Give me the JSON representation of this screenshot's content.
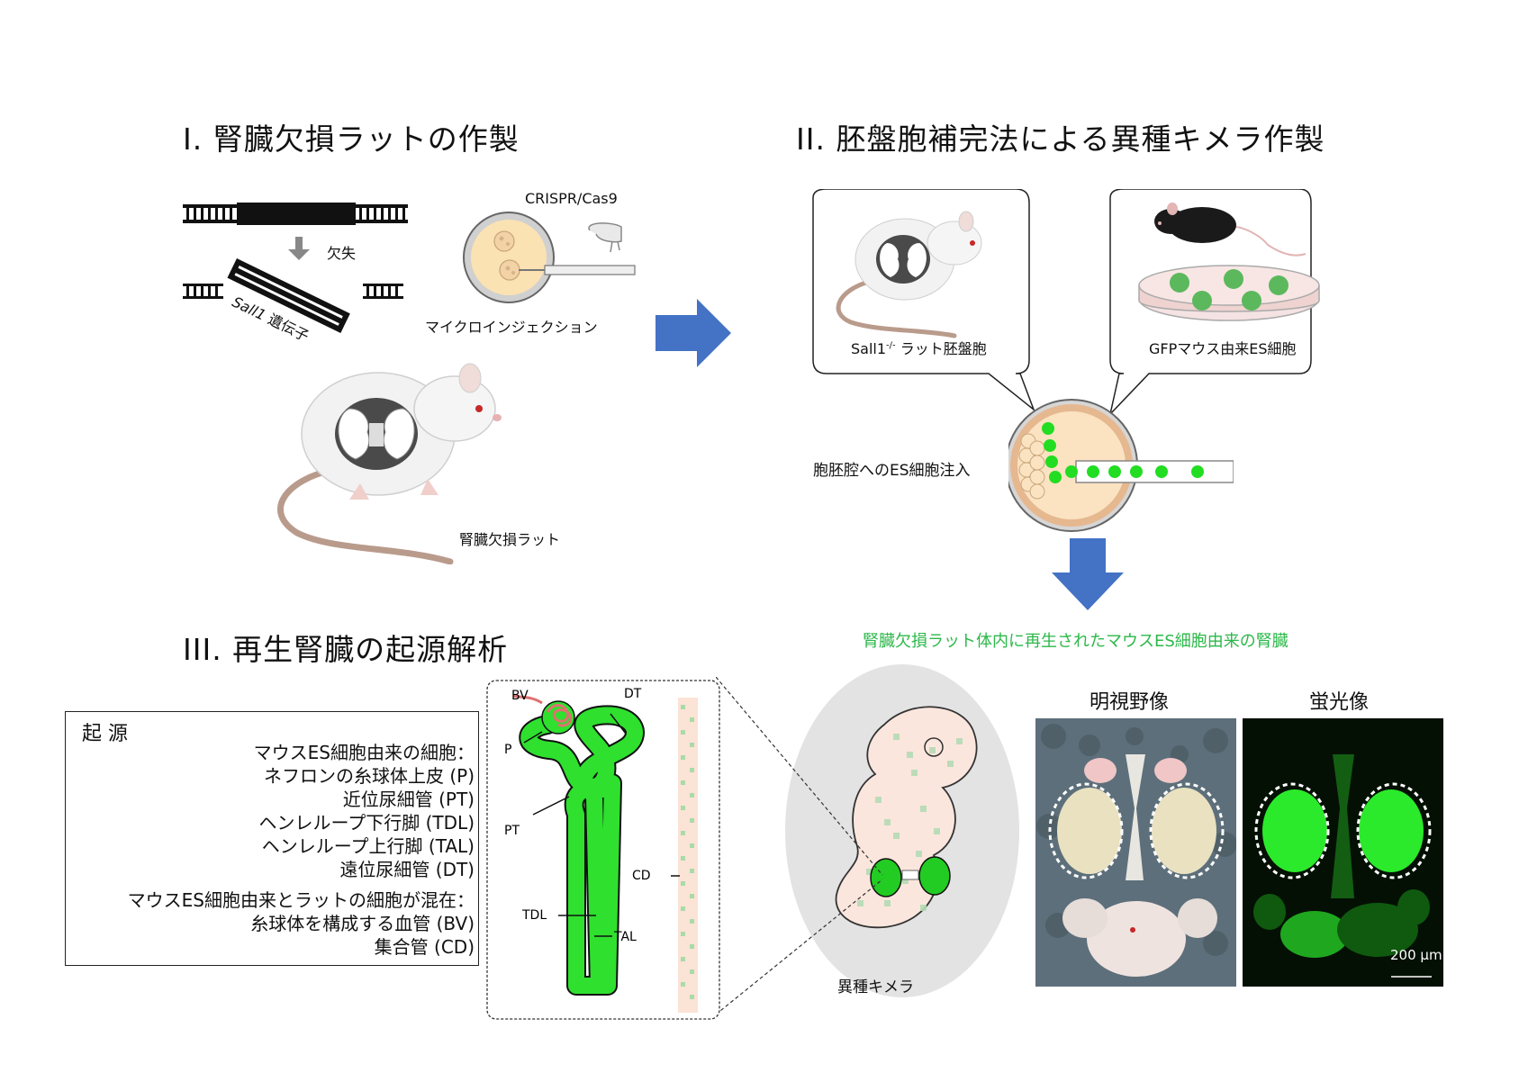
{
  "section1": {
    "title": "I. 腎臓欠損ラットの作製",
    "deletion_label": "欠失",
    "gene_label_italic": "Sall1",
    "gene_label_rest": " 遺伝子",
    "crispr_label": "CRISPR/Cas9",
    "microinjection_label": "マイクロインジェクション",
    "rat_label": "腎臓欠損ラット"
  },
  "section2": {
    "title": "II. 胚盤胞補完法による異種キメラ作製",
    "blastocyst_label_prefix": "Sall1",
    "blastocyst_label_sup": "-/-",
    "blastocyst_label_suffix": " ラット胚盤胞",
    "es_label": "GFPマウス由来ES細胞",
    "injection_label": "胞胚腔へのES細胞注入",
    "result_label": "腎臓欠損ラット体内に再生されたマウスES細胞由来の腎臓",
    "chimera_label": "異種キメラ",
    "brightfield_label": "明視野像",
    "fluorescence_label": "蛍光像",
    "scale_bar_label": "200 μm"
  },
  "section3": {
    "title": "III. 再生腎臓の起源解析",
    "origin_heading": "起 源",
    "origin_lines_a": [
      "マウスES細胞由来の細胞：",
      "ネフロンの糸球体上皮 (P)",
      "近位尿細管 (PT)",
      "ヘンレループ下行脚 (TDL)",
      "ヘンレループ上行脚 (TAL)",
      "遠位尿細管 (DT)"
    ],
    "origin_lines_b": [
      "マウスES細胞由来とラットの細胞が混在：",
      "糸球体を構成する血管 (BV)",
      "集合管 (CD)"
    ],
    "nephron_labels": {
      "bv": "BV",
      "dt": "DT",
      "p": "P",
      "pt": "PT",
      "cd": "CD",
      "tdl": "TDL",
      "tal": "TAL"
    }
  },
  "colors": {
    "arrow_blue": "#4472c4",
    "gfp_green": "#22dd22",
    "result_text_green": "#2db84a",
    "fluor_bg": "#041004"
  }
}
